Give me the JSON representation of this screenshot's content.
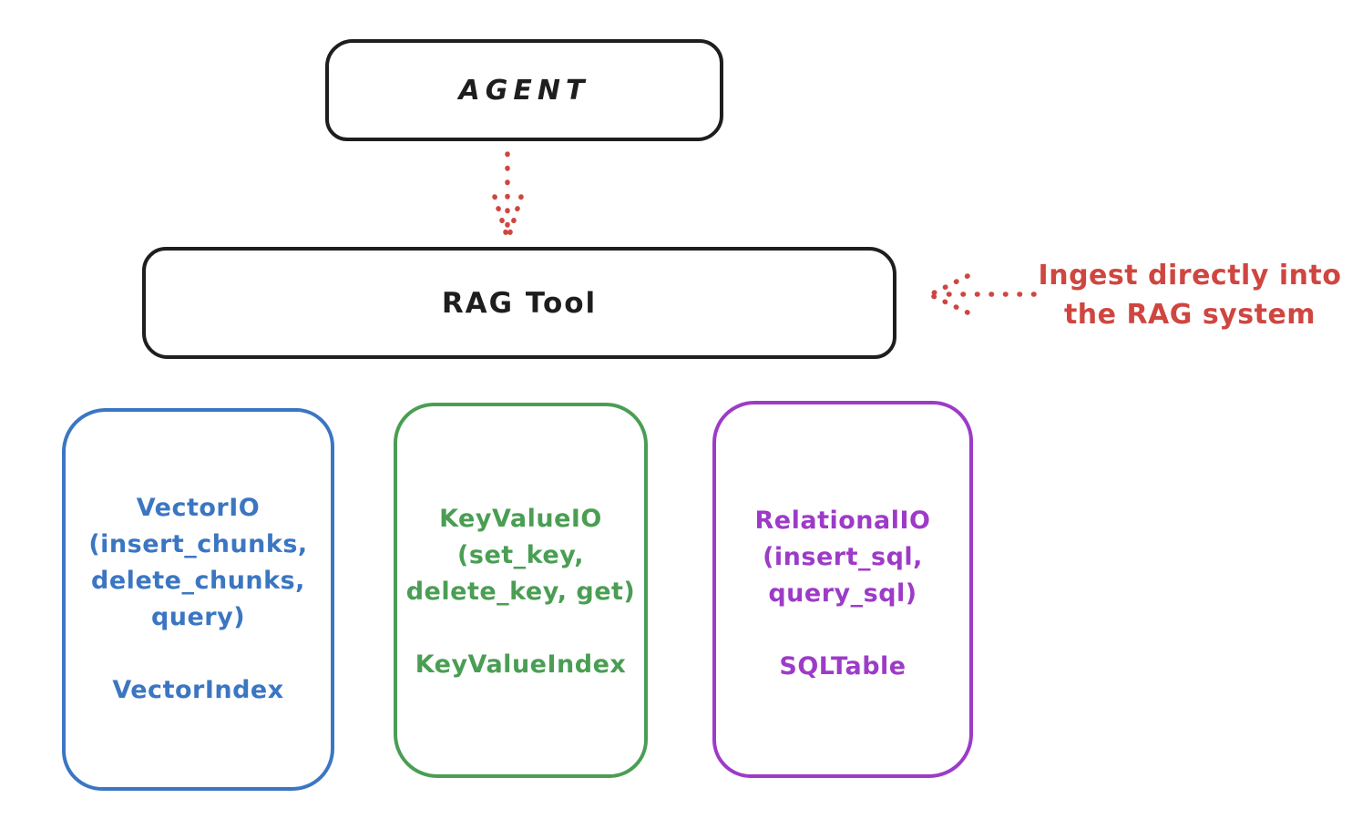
{
  "colors": {
    "black": "#1e1e1e",
    "red": "#cf4640",
    "blue": "#3b76c2",
    "green": "#4a9e53",
    "purple": "#9d3bc8"
  },
  "nodes": {
    "agent": {
      "label": "AGENT"
    },
    "rag_tool": {
      "label": "RAG Tool"
    },
    "vector": {
      "lines": [
        "VectorIO",
        "(insert_chunks,",
        "delete_chunks,",
        "query)"
      ],
      "index_label": "VectorIndex"
    },
    "keyvalue": {
      "lines": [
        "KeyValueIO",
        "(set_key,",
        "delete_key, get)"
      ],
      "index_label": "KeyValueIndex"
    },
    "relational": {
      "lines": [
        "RelationalIO",
        "(insert_sql,",
        "query_sql)"
      ],
      "index_label": "SQLTable"
    }
  },
  "annotation": {
    "line1": "Ingest directly into",
    "line2": "the RAG system"
  },
  "icons": {
    "agent_to_rag": "dotted-down-arrow",
    "annotation_to_rag": "dotted-left-arrow"
  }
}
